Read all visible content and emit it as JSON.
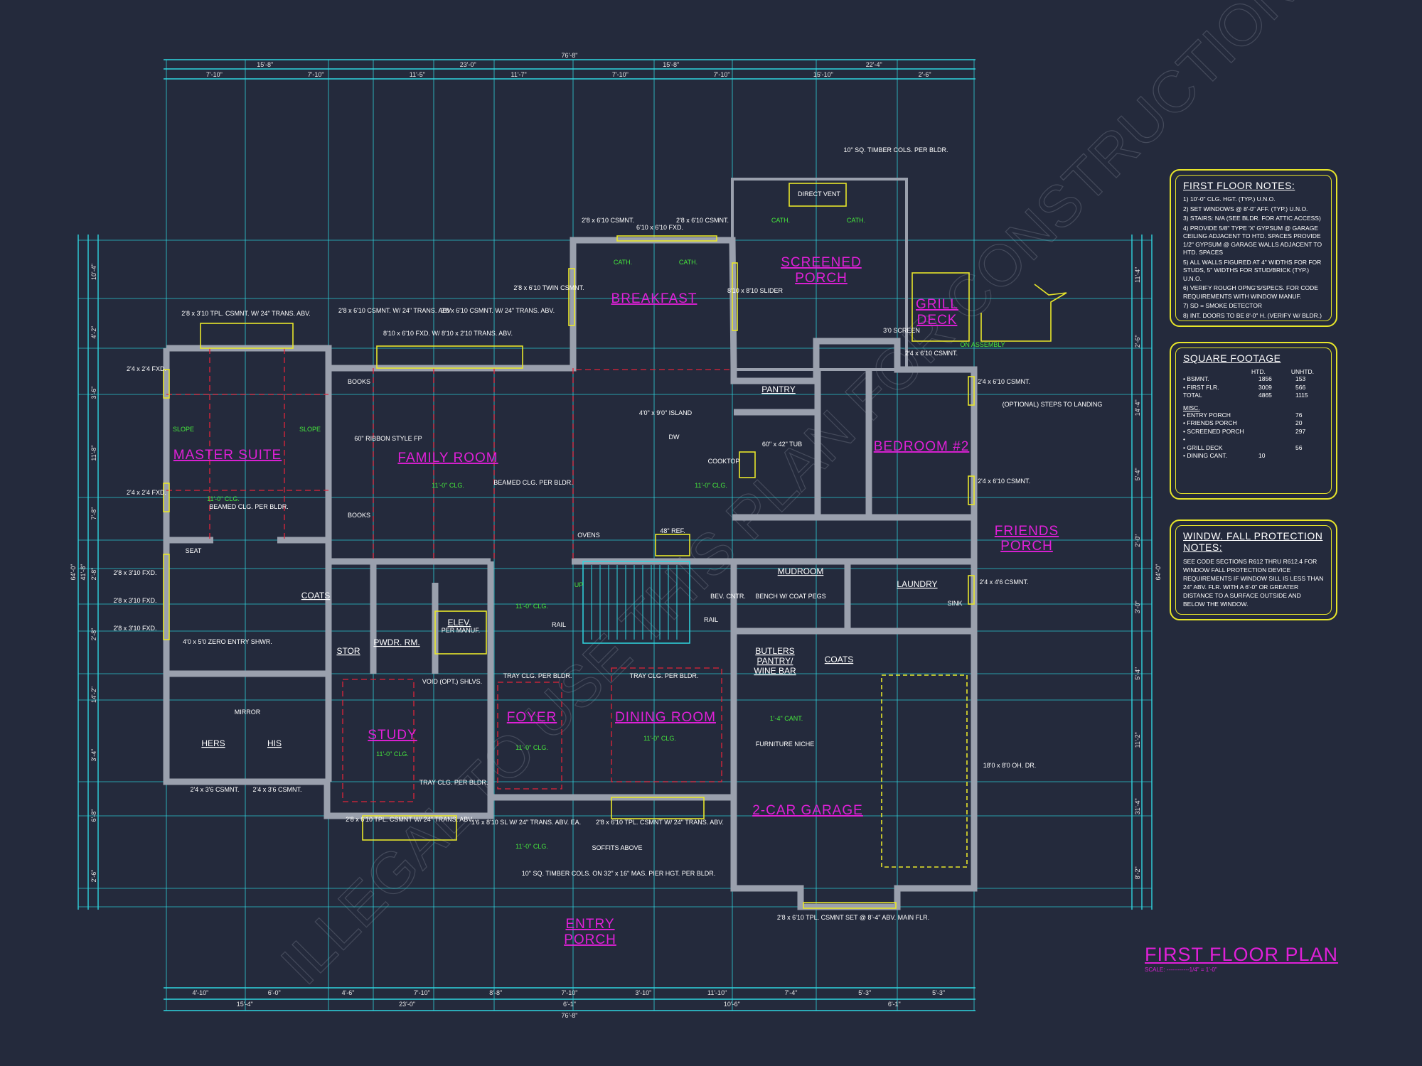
{
  "drawing": {
    "title": "FIRST FLOOR PLAN",
    "scale_label": "SCALE: ------------1/4\" = 1'-0\"",
    "watermark": "ILLEGAL TO USE THIS PLAN FOR CONSTRUCTION • MasterHousePlans.com • Estimations"
  },
  "dims_top": {
    "overall": "76'-8\"",
    "row2": [
      "15'-8\"",
      "23'-0\"",
      "15'-8\"",
      "22'-4\""
    ],
    "row3": [
      "7'-10\"",
      "7'-10\"",
      "11'-5\"",
      "11'-7\"",
      "7'-10\"",
      "7'-10\"",
      "15'-10\"",
      "2'-6\""
    ]
  },
  "dims_bottom": {
    "overall": "76'-8\"",
    "row2": [
      "15'-4\"",
      "23'-0\"",
      "6'-1\"",
      "10'-6\"",
      "6'-1\""
    ],
    "row3": [
      "4'-10\"",
      "6'-0\"",
      "4'-6\"",
      "7'-10\"",
      "8'-8\"",
      "7'-10\"",
      "3'-10\"",
      "11'-10\"",
      "7'-4\"",
      "5'-3\"",
      "5'-3\""
    ]
  },
  "dims_left": {
    "overall": "64'-0\"",
    "row2": [
      "41'-8\""
    ],
    "row3": [
      "10'-4\"",
      "4'-2\"",
      "3'-6\"",
      "11'-8\"",
      "7'-8\"",
      "2'-8\"",
      "2'-8\"",
      "14'-2\"",
      "3'-4\"",
      "6'-8\"",
      "2'-6\""
    ]
  },
  "dims_right": {
    "overall": "64'-0\"",
    "row3": [
      "11'-4\"",
      "2'-6\"",
      "14'-4\"",
      "5'-4\"",
      "2'-0\"",
      "3'-0\"",
      "5'-4\"",
      "11'-2\"",
      "31'-4\"",
      "8'-2\""
    ]
  },
  "rooms": {
    "breakfast": "BREAKFAST",
    "screened_porch": [
      "SCREENED",
      "PORCH"
    ],
    "grill_deck": [
      "GRILL",
      "DECK"
    ],
    "master_suite": "MASTER SUITE",
    "family_room": "FAMILY ROOM",
    "bedroom2": "BEDROOM #2",
    "friends_porch": [
      "FRIENDS",
      "PORCH"
    ],
    "study": "STUDY",
    "foyer": "FOYER",
    "dining_room": "DINING ROOM",
    "garage": "2-CAR GARAGE",
    "entry_porch": [
      "ENTRY",
      "PORCH"
    ]
  },
  "labels": {
    "pantry": "PANTRY",
    "mudroom": "MUDROOM",
    "laundry": "LAUNDRY",
    "coats1": "COATS",
    "coats2": "COATS",
    "stor": "STOR",
    "pwdr": "PWDR. RM.",
    "elev": "ELEV.",
    "elev_sub": "PER MANUF.",
    "butlers": [
      "BUTLERS",
      "PANTRY/",
      "WINE BAR"
    ],
    "hers": "HERS",
    "his": "HIS",
    "seat": "SEAT",
    "mirror": "MIRROR",
    "books1": "BOOKS",
    "books2": "BOOKS",
    "ovens": "OVENS",
    "ref": "48\" REF.",
    "cooktop": "COOKTOP",
    "dw": "DW",
    "island": "4'0\" x 9'0\" ISLAND",
    "tub": "60\" x 42\" TUB",
    "sink": "SINK",
    "rail1": "RAIL",
    "rail2": "RAIL",
    "up": "UP",
    "timber_cols_top": "10\" SQ. TIMBER COLS. PER BLDR.",
    "direct_vent": "DIRECT VENT",
    "fp": "60\" RIBBON STYLE FP",
    "beamed1": "BEAMED CLG. PER BLDR.",
    "beamed2": "BEAMED CLG. PER BLDR.",
    "tray1": "TRAY CLG. PER BLDR.",
    "tray2": "TRAY CLG. PER BLDR.",
    "tray3": "TRAY CLG. PER BLDR.",
    "furniture_niche": "FURNITURE NICHE",
    "cant": "1'-4\" CANT.",
    "garage_door": "18'0 x 8'0 OH. DR.",
    "optional_steps": "(OPTIONAL) STEPS TO LANDING",
    "timber_cols_bottom": "10\" SQ. TIMBER COLS. ON 32\" x 16\" MAS. PIER HGT. PER BLDR.",
    "soffits": "SOFFITS ABOVE",
    "void": "VOID (OPT.) SHLVS.",
    "zero_entry": "4'0 x 5'0 ZERO ENTRY SHWR.",
    "bench": "BENCH W/ COAT PEGS",
    "bev": "BEV. CNTR.",
    "slope1": "SLOPE",
    "slope2": "SLOPE"
  },
  "ceilings": {
    "master": "11'-0\" CLG.",
    "family": "11'-0\" CLG.",
    "kitchen": "11'-0\" CLG.",
    "stair": "11'-0\" CLG.",
    "study": "11'-0\" CLG.",
    "foyer": "11'-0\" CLG.",
    "dining": "11'-0\" CLG.",
    "entry": "11'-0\" CLG.",
    "cath1": "CATH.",
    "cath2": "CATH.",
    "cath3": "CATH.",
    "cath4": "CATH."
  },
  "windows": {
    "w_breakfast_l": "2'8 x 6'10 CSMNT.",
    "w_breakfast_c": "6'10 x 6'10 FXD.",
    "w_breakfast_r": "2'8 x 6'10 CSMNT.",
    "twin": "2'8 x 6'10 TWIN CSMNT.",
    "slider": "8'10 x 8'10 SLIDER",
    "master_top": "2'8 x 3'10 TPL. CSMNT. W/ 24\" TRANS. ABV.",
    "family_l": "2'8 x 6'10 CSMNT. W/ 24\" TRANS. ABV.",
    "family_c": "8'10 x 6'10 FXD. W/ 8'10 x 2'10 TRANS. ABV.",
    "family_r": "2'8 x 6'10 CSMNT. W/ 24\" TRANS. ABV.",
    "fxd1": "2'4 x 2'4 FXD.",
    "fxd2": "2'4 x 2'4 FXD.",
    "fxd3": "2'8 x 3'10 FXD.",
    "fxd4": "2'8 x 3'10 FXD.",
    "fxd5": "2'8 x 3'10 FXD.",
    "hers_w": "2'4 x 3'6 CSMNT.",
    "his_w": "2'4 x 3'6 CSMNT.",
    "study_w": "2'8 x 6'10 TPL. CSMNT W/ 24\" TRANS. ABV.",
    "entry_door": "1'6 x 8'10 SL W/ 24\" TRANS. ABV. EA.",
    "dining_w": "2'8 x 6'10 TPL. CSMNT W/ 24\" TRANS. ABV.",
    "garage_w": "2'8 x 6'10 TPL. CSMNT SET @ 8'-4\" ABV. MAIN FLR.",
    "bed_w1": "2'4 x 6'10 CSMNT.",
    "bed_w2": "2'4 x 6'10 CSMNT.",
    "bed_w3": "2'4 x 6'10 CSMNT.",
    "laundry_w": "2'4 x 4'6 CSMNT.",
    "grill_w": "3'0 SCREEN",
    "on_assembly": "ON ASSEMBLY"
  },
  "notes_panel": {
    "title": "FIRST FLOOR NOTES:",
    "items": [
      "1) 10'-0\" CLG. HGT. (TYP.) U.N.O.",
      "2) SET WINDOWS @ 8'-0\" AFF. (TYP.) U.N.O.",
      "3) STAIRS: N/A (SEE BLDR. FOR ATTIC ACCESS)",
      "4) PROVIDE 5/8\" TYPE 'X' GYPSUM @ GARAGE CEILING ADJACENT TO HTD. SPACES PROVIDE 1/2\" GYPSUM @ GARAGE WALLS ADJACENT TO HTD. SPACES",
      "5) ALL WALLS FIGURED AT 4\" WIDTHS FOR FOR STUDS, 5\" WIDTHS FOR STUD/BRICK (TYP.) U.N.O.",
      "6) VERIFY ROUGH OPNG'S/SPECS. FOR CODE REQUIREMENTS WITH WINDOW MANUF.",
      "7) SD = SMOKE DETECTOR",
      "8) INT. DOORS TO BE 8'-0\" H. (VERIFY W/ BLDR.)"
    ]
  },
  "sqft_panel": {
    "title": "SQUARE FOOTAGE",
    "col_htd": "HTD.",
    "col_unhtd": "UNHTD.",
    "rows": [
      {
        "name": "• BSMNT.",
        "htd": "1856",
        "unhtd": "153"
      },
      {
        "name": "• FIRST FLR.",
        "htd": "3009",
        "unhtd": "566"
      },
      {
        "name": "TOTAL",
        "htd": "4865",
        "unhtd": "1115"
      }
    ],
    "misc_title": "MISC.",
    "misc": [
      {
        "name": "• ENTRY PORCH",
        "htd": "",
        "unhtd": "76"
      },
      {
        "name": "• FRIENDS PORCH",
        "htd": "",
        "unhtd": "20"
      },
      {
        "name": "• SCREENED PORCH",
        "htd": "",
        "unhtd": "297"
      },
      {
        "name": "•",
        "htd": "",
        "unhtd": ""
      },
      {
        "name": "• GRILL DECK",
        "htd": "",
        "unhtd": "56"
      },
      {
        "name": "• DINING CANT.",
        "htd": "10",
        "unhtd": ""
      }
    ]
  },
  "fall_panel": {
    "title": "WINDW. FALL PROTECTION NOTES:",
    "text": "SEE CODE SECTIONS R612 THRU R612.4 FOR WINDOW FALL PROTECTION DEVICE REQUIREMENTS IF WINDOW SILL IS LESS THAN 24\" ABV. FLR. WITH A 6'-0\" OR GREATER DISTANCE TO A SURFACE OUTSIDE AND BELOW THE WINDOW."
  }
}
